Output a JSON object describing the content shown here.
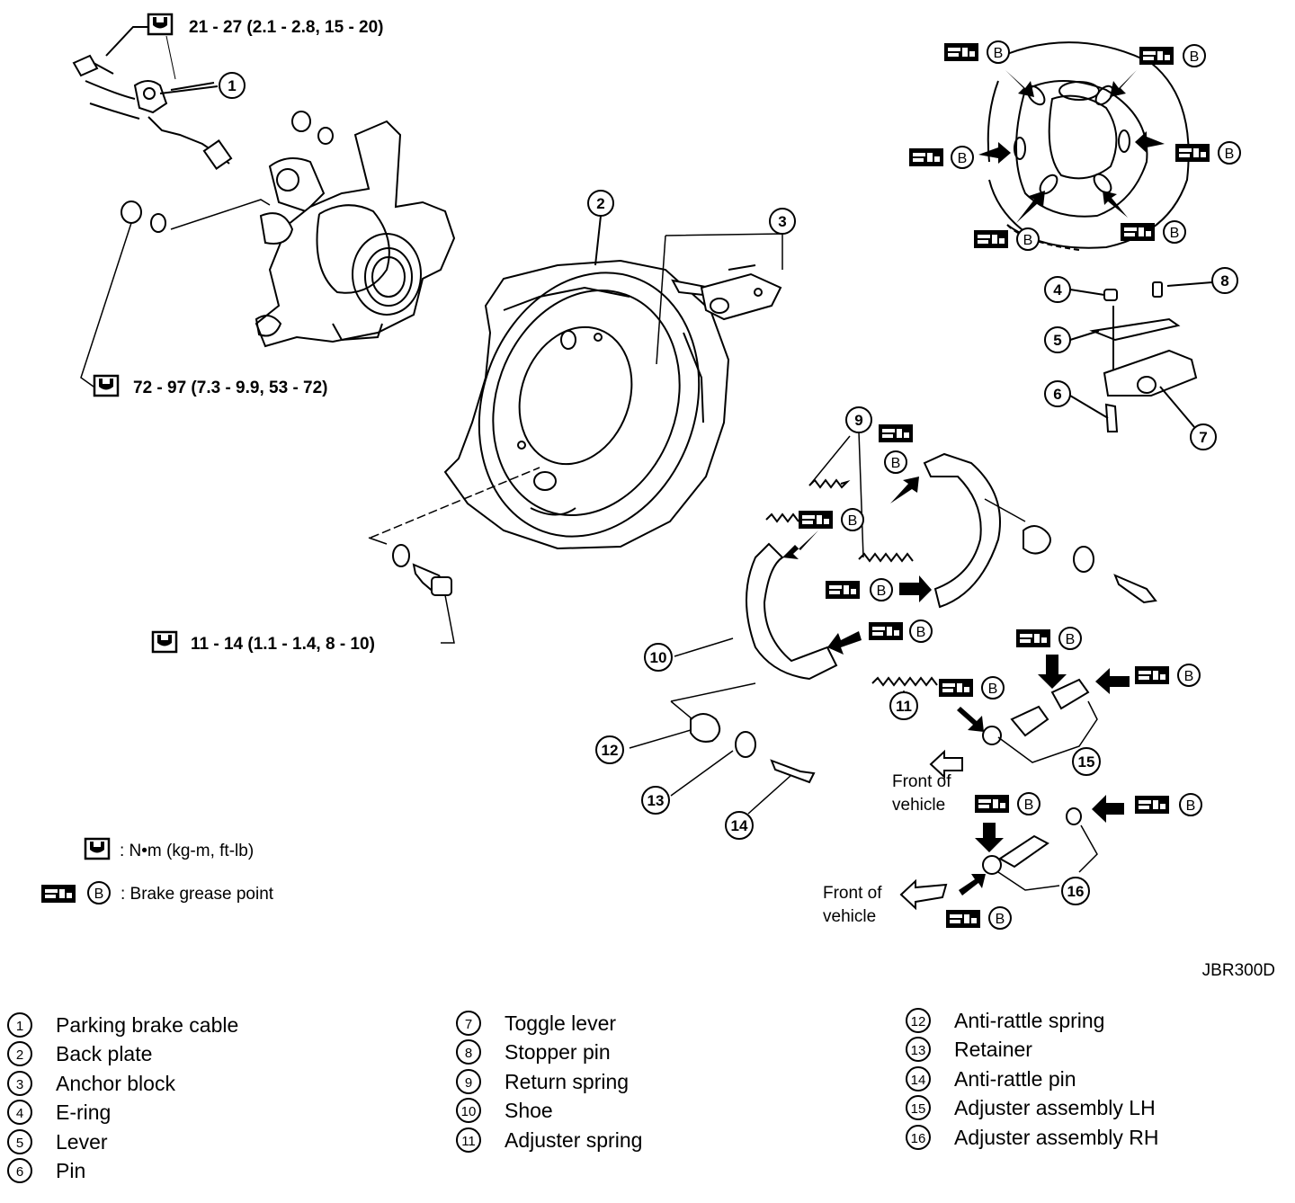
{
  "torque_specs": {
    "cable_bolt": "21 - 27 (2.1 - 2.8, 15 - 20)",
    "knuckle_nut": "72 - 97 (7.3 - 9.9, 53 - 72)",
    "plate_bolt": "11 - 14 (1.1 - 1.4, 8 - 10)"
  },
  "callouts": {
    "c1": "1",
    "c2": "2",
    "c3": "3",
    "c4": "4",
    "c5": "5",
    "c6": "6",
    "c7": "7",
    "c8": "8",
    "c9": "9",
    "c10": "10",
    "c11": "11",
    "c12": "12",
    "c13": "13",
    "c14": "14",
    "c15": "15",
    "c16": "16"
  },
  "grease_letter": "B",
  "front_of_vehicle": {
    "line1": "Front of",
    "line2": "vehicle"
  },
  "key": {
    "torque_unit": ": N•m (kg-m, ft-lb)",
    "grease_point": ": Brake grease point"
  },
  "figure_id": "JBR300D",
  "parts_legend": {
    "col1": [
      {
        "num": "1",
        "label": "Parking brake cable"
      },
      {
        "num": "2",
        "label": "Back plate"
      },
      {
        "num": "3",
        "label": "Anchor block"
      },
      {
        "num": "4",
        "label": "E-ring"
      },
      {
        "num": "5",
        "label": "Lever"
      },
      {
        "num": "6",
        "label": "Pin"
      }
    ],
    "col2": [
      {
        "num": "7",
        "label": "Toggle lever"
      },
      {
        "num": "8",
        "label": "Stopper pin"
      },
      {
        "num": "9",
        "label": "Return spring"
      },
      {
        "num": "10",
        "label": "Shoe"
      },
      {
        "num": "11",
        "label": "Adjuster spring"
      }
    ],
    "col3": [
      {
        "num": "12",
        "label": "Anti-rattle spring"
      },
      {
        "num": "13",
        "label": "Retainer"
      },
      {
        "num": "14",
        "label": "Anti-rattle pin"
      },
      {
        "num": "15",
        "label": "Adjuster assembly LH"
      },
      {
        "num": "16",
        "label": "Adjuster assembly RH"
      }
    ]
  }
}
